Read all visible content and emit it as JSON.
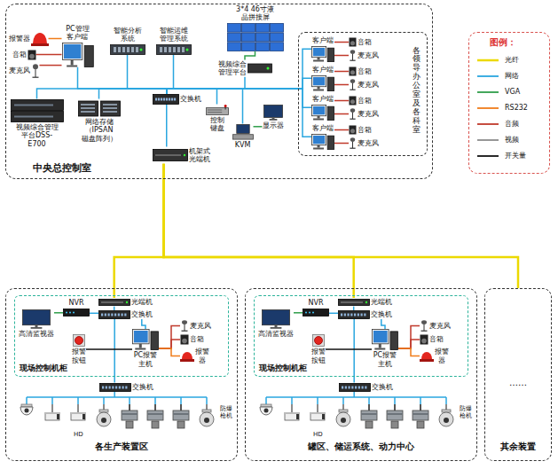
{
  "diagram": {
    "nodes": [
      {
        "text": [
          "中央总控制室"
        ]
      },
      {
        "text": [
          "报警器"
        ],
        "in": 0
      },
      {
        "text": [
          "音箱"
        ],
        "in": 0
      },
      {
        "text": [
          "麦克风"
        ],
        "in": 0
      },
      {
        "text": [
          "PC管理 客户端"
        ],
        "in": 0
      },
      {
        "text": [
          "智能分析 系统"
        ],
        "in": 0
      },
      {
        "text": [
          "智能运维 管理系统"
        ],
        "in": 0
      },
      {
        "text": [
          "3*4 46寸液 晶拼接屏"
        ],
        "in": 0
      },
      {
        "text": [
          "视频综合 管理平台"
        ],
        "in": 0
      },
      {
        "text": [
          "视频综合管理 平台DSS-E700"
        ],
        "in": 0
      },
      {
        "text": [
          "网络存储（IPSAN 磁盘阵列）"
        ],
        "in": 0
      },
      {
        "text": [
          "交换机"
        ],
        "in": 0
      },
      {
        "text": [
          "控制 键盘"
        ],
        "in": 0
      },
      {
        "text": [
          "KVM"
        ],
        "in": 0
      },
      {
        "text": [
          "显示器"
        ],
        "in": 0
      },
      {
        "text": [
          "机架式 光端机"
        ],
        "in": 0
      },
      {
        "text": [
          "各领导办公室及各科室"
        ],
        "in": 0
      },
      {
        "text": [
          "客户端"
        ],
        "in": 16
      },
      {
        "text": [
          "音箱"
        ],
        "in": 16
      },
      {
        "text": [
          "麦克风"
        ],
        "in": 16
      },
      {
        "text": [
          "客户端"
        ],
        "in": 16
      },
      {
        "text": [
          "音箱"
        ],
        "in": 16
      },
      {
        "text": [
          "麦克风"
        ],
        "in": 16
      },
      {
        "text": [
          "客户端"
        ],
        "in": 16
      },
      {
        "text": [
          "音箱"
        ],
        "in": 16
      },
      {
        "text": [
          "麦克风"
        ],
        "in": 16
      },
      {
        "text": [
          "客户端"
        ],
        "in": 16
      },
      {
        "text": [
          "音箱"
        ],
        "in": 16
      },
      {
        "text": [
          "麦克风"
        ],
        "in": 16
      },
      {
        "text": [
          "各生产装置区"
        ]
      },
      {
        "text": [
          "现场控制机柜"
        ],
        "in": 29
      },
      {
        "text": [
          "NVR"
        ],
        "in": 30
      },
      {
        "text": [
          "光端机"
        ],
        "in": 30
      },
      {
        "text": [
          "交换机"
        ],
        "in": 30
      },
      {
        "text": [
          "高清监视器"
        ],
        "in": 30
      },
      {
        "text": [
          "报警 按钮"
        ],
        "in": 30
      },
      {
        "text": [
          "PC报警 主机"
        ],
        "in": 30
      },
      {
        "text": [
          "麦克风"
        ],
        "in": 30
      },
      {
        "text": [
          "音箱"
        ],
        "in": 30
      },
      {
        "text": [
          "报警 器"
        ],
        "in": 30
      },
      {
        "text": [
          "交换机"
        ],
        "in": 29
      },
      {
        "text": [
          "罐区、储运系统、动力中心"
        ]
      },
      {
        "text": [
          "现场控制机柜"
        ],
        "in": 41
      },
      {
        "text": [
          "NVR"
        ],
        "in": 42
      },
      {
        "text": [
          "光端机"
        ],
        "in": 42
      },
      {
        "text": [
          "交换机"
        ],
        "in": 42
      },
      {
        "text": [
          "高清监视器"
        ],
        "in": 42
      },
      {
        "text": [
          "报警 按钮"
        ],
        "in": 42
      },
      {
        "text": [
          "PC报警 主机"
        ],
        "in": 42
      },
      {
        "text": [
          "麦克风"
        ],
        "in": 42
      },
      {
        "text": [
          "音箱"
        ],
        "in": 42
      },
      {
        "text": [
          "报警 器"
        ],
        "in": 42
      },
      {
        "text": [
          "交换机"
        ],
        "in": 41
      },
      {
        "text": [
          "……",
          "其余装置"
        ]
      }
    ],
    "edges": [
      {
        "from": 1,
        "to": 4,
        "arrow": "none"
      },
      {
        "from": 2,
        "to": 4,
        "arrow": "none"
      },
      {
        "from": 3,
        "to": 4,
        "arrow": "none"
      },
      {
        "from": 11,
        "to": 4,
        "arrow": "none"
      },
      {
        "from": 11,
        "to": 5,
        "arrow": "none"
      },
      {
        "from": 11,
        "to": 6,
        "arrow": "none"
      },
      {
        "from": 11,
        "to": 8,
        "arrow": "none"
      },
      {
        "from": 8,
        "to": 7,
        "arrow": "none"
      },
      {
        "from": 11,
        "to": 9,
        "arrow": "none"
      },
      {
        "from": 11,
        "to": 10,
        "arrow": "none"
      },
      {
        "from": 11,
        "to": 12,
        "arrow": "none"
      },
      {
        "from": 11,
        "to": 13,
        "arrow": "none"
      },
      {
        "from": 13,
        "to": 14,
        "arrow": "none"
      },
      {
        "from": 11,
        "to": 15,
        "arrow": "none"
      },
      {
        "from": 11,
        "to": 17,
        "arrow": "none"
      },
      {
        "from": 11,
        "to": 20,
        "arrow": "none"
      },
      {
        "from": 11,
        "to": 23,
        "arrow": "none"
      },
      {
        "from": 11,
        "to": 26,
        "arrow": "none"
      },
      {
        "from": 17,
        "to": 18,
        "arrow": "none"
      },
      {
        "from": 17,
        "to": 19,
        "arrow": "none"
      },
      {
        "from": 20,
        "to": 21,
        "arrow": "none"
      },
      {
        "from": 20,
        "to": 22,
        "arrow": "none"
      },
      {
        "from": 23,
        "to": 24,
        "arrow": "none"
      },
      {
        "from": 23,
        "to": 25,
        "arrow": "none"
      },
      {
        "from": 26,
        "to": 27,
        "arrow": "none"
      },
      {
        "from": 26,
        "to": 28,
        "arrow": "none"
      },
      {
        "from": 15,
        "to": 32,
        "arrow": "none"
      },
      {
        "from": 15,
        "to": 44,
        "arrow": "none"
      },
      {
        "from": 15,
        "to": 53,
        "arrow": "none"
      },
      {
        "from": 32,
        "to": 33,
        "arrow": "none"
      },
      {
        "from": 31,
        "to": 33,
        "arrow": "none"
      },
      {
        "from": 34,
        "to": 31,
        "arrow": "none"
      },
      {
        "from": 33,
        "to": 36,
        "arrow": "none"
      },
      {
        "from": 33,
        "to": 40,
        "arrow": "none"
      },
      {
        "from": 35,
        "to": 36,
        "arrow": "none"
      },
      {
        "from": 36,
        "to": 37,
        "arrow": "none"
      },
      {
        "from": 36,
        "to": 38,
        "arrow": "none"
      },
      {
        "from": 36,
        "to": 39,
        "arrow": "none"
      },
      {
        "from": 44,
        "to": 45,
        "arrow": "none"
      },
      {
        "from": 43,
        "to": 45,
        "arrow": "none"
      },
      {
        "from": 46,
        "to": 43,
        "arrow": "none"
      },
      {
        "from": 45,
        "to": 48,
        "arrow": "none"
      },
      {
        "from": 45,
        "to": 52,
        "arrow": "none"
      },
      {
        "from": 47,
        "to": 48,
        "arrow": "none"
      },
      {
        "from": 48,
        "to": 49,
        "arrow": "none"
      },
      {
        "from": 48,
        "to": 50,
        "arrow": "none"
      },
      {
        "from": 48,
        "to": 51,
        "arrow": "none"
      }
    ],
    "labels": [
      "图例：",
      "HD",
      "防爆枪机",
      "HD",
      "防爆枪机"
    ],
    "legend": [
      {
        "text": "光纤"
      },
      {
        "text": "网络"
      },
      {
        "text": "VGA"
      },
      {
        "text": "RS232"
      },
      {
        "text": "音频"
      },
      {
        "text": "视频"
      },
      {
        "text": "开关量"
      }
    ]
  }
}
